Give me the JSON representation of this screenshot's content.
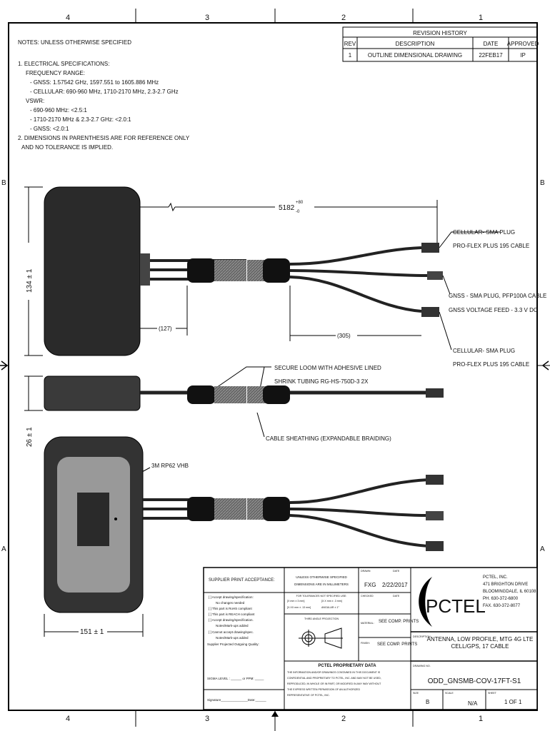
{
  "zones": {
    "top": [
      "4",
      "3",
      "2",
      "1"
    ],
    "bottom": [
      "4",
      "3",
      "2",
      "1"
    ],
    "left": [
      "B",
      "A"
    ],
    "right": [
      "B",
      "A"
    ]
  },
  "notes": {
    "title": "NOTES: UNLESS OTHERWISE SPECIFIED",
    "lines": [
      "1. ELECTRICAL SPECIFICATIONS:",
      "FREQUENCY RANGE:",
      "- GNSS: 1.57542 GHz, 1597.551 to 1605.886 MHz",
      "- CELLULAR: 690-960 MHz, 1710-2170 MHz, 2.3-2.7 GHz",
      "VSWR:",
      "- 690-960 MHz: <2.5:1",
      "- 1710-2170 MHz & 2.3-2.7 GHz: <2.0:1",
      "- GNSS: <2.0:1",
      "2. DIMENSIONS IN PARENTHESIS ARE FOR REFERENCE ONLY",
      "AND NO TOLERANCE IS IMPLIED."
    ]
  },
  "revision": {
    "title": "REVISION HISTORY",
    "headers": [
      "REV",
      "DESCRIPTION",
      "DATE",
      "APPROVED"
    ],
    "rows": [
      [
        "1",
        "OUTLINE DIMENSIONAL DRAWING",
        "22FEB17",
        "IP"
      ]
    ]
  },
  "dimensions": {
    "length": "5182",
    "tol_plus": "+80",
    "tol_minus": "-0",
    "ref_127": "(127)",
    "ref_305": "(305)",
    "height": "134 ± 1",
    "thickness": "26 ± 1",
    "width": "151 ± 1"
  },
  "callouts": {
    "cell1_a": "CELLULAR- SMA PLUG",
    "cell1_b": "PRO-FLEX PLUS 195 CABLE",
    "gnss_a": "GNSS - SMA PLUG, PFP100A CABLE",
    "gnss_b": "GNSS VOLTAGE FEED - 3.3 V DC",
    "cell2_a": "CELLULAR- SMA PLUG",
    "cell2_b": "PRO-FLEX PLUS 195 CABLE",
    "loom_a": "SECURE LOOM WITH ADHESIVE LINED",
    "loom_b": "SHRINK TUBING RG-HS-750D-3 2X",
    "sheath": "CABLE SHEATHING (EXPANDABLE BRAIDING)",
    "vhb": "3M RP62 VHB"
  },
  "title_block": {
    "supplier_title": "SUPPLIER PRINT ACCEPTANCE:",
    "supplier_lines": [
      "[  ] Accept drawing/specification:",
      "No changes needed",
      "[  ] This part is RoHS compliant",
      "[  ] This part is REACH compliant",
      "[  ] Accept drawing/specification.",
      "Notes/Mark-ups added",
      "[  ] Cannot accept drawing/spec.",
      "Notes/Mark-ups added",
      "Supplier Projected Outgoing Quality:",
      "SIGMA LEVEL : ______ or PPM: _____"
    ],
    "signature": "Signature_______________Date:______",
    "units_a": "UNLESS OTHERWISE SPECIFIED",
    "units_b": "DIMENSIONS ARE IN MILLIMETERS",
    "tol_title": "FOR TOLERANCES NOT SPECIFIED USE:",
    "tol_1": "[X mm ± 3 mm]",
    "tol_2": "[X.X mm ± .3 mm]",
    "tol_3": "[X.XX mm ± .13 mm]",
    "tol_4": "ANGULAR ± 1°",
    "projection": "THIRD ANGLE PROJECTION",
    "drawn_label": "DRAWN",
    "drawn": "FXG",
    "date_label": "DATE",
    "drawn_date": "2/22/2017",
    "checked_label": "CHECKED",
    "checked_date_label": "DATE",
    "material_label": "MATERIAL:",
    "material": "SEE COMP. PRINTS",
    "finish_label": "FINISH:",
    "finish": "SEE COMP. PRINTS",
    "prop_title": "PCTEL PROPRIETARY DATA",
    "prop_lines": [
      "THE INFORMATION AND/OR DRAWINGS CONTAINED IN THIS DOCUMENT IS",
      "CONFIDENTIAL AND PROPRIETARY TO PCTEL, INC. AND MAY NOT BE USED,",
      "REPRODUCED, IN WHOLE OR IN PART, OR MODIFIED IN ANY WAY WITHOUT",
      "THE EXPRESS WRITTEN PERMISSION OF AN AUTHORIZED",
      "REPRESENTATIVE OF PCTEL, INC."
    ],
    "logo": "PCTEL",
    "company": [
      "PCTEL, INC.",
      "471 BRIGHTON DRIVE",
      "BLOOMINGDALE, IL 60108",
      "PH.  630-372-6800",
      "FAX. 630-372-8077"
    ],
    "desc_label": "DESCRIPTION",
    "desc_a": "ANTENNA, LOW PROFILE, MTG 4G LTE",
    "desc_b": "CELL/GPS, 17 CABLE",
    "dwg_label": "DRAWING NO.",
    "dwg": "ODD_GNSMB-COV-17FT-S1",
    "size_label": "SIZE",
    "size": "B",
    "scale_label": "SCALE",
    "scale": "N/A",
    "sheet_label": "SHEET",
    "sheet": "1  OF 1"
  }
}
